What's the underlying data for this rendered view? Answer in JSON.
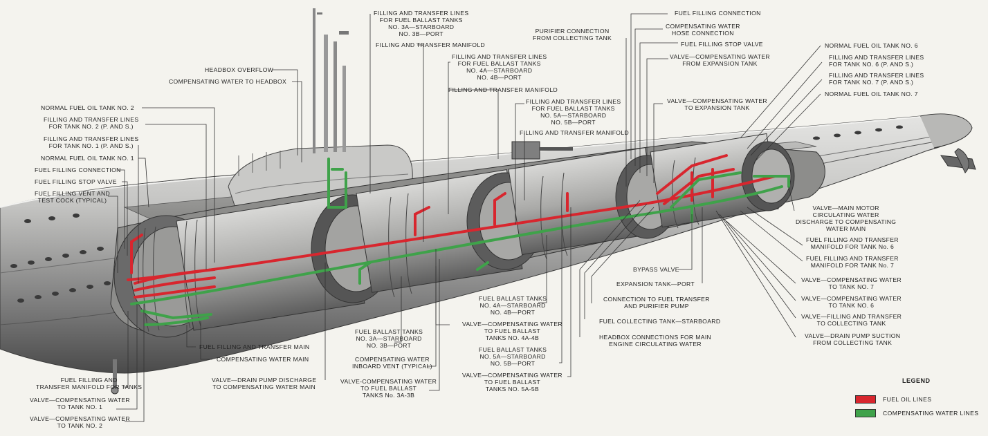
{
  "labels": [
    {
      "id": "fuel-filling-connection",
      "text": "FUEL FILLING CONNECTION"
    },
    {
      "id": "compensating-water-hose-connection",
      "text": "COMPENSATING WATER\nHOSE CONNECTION"
    },
    {
      "id": "fuel-filling-stop-valve-aft",
      "text": "FUEL FILLING STOP VALVE"
    },
    {
      "id": "valve-comp-water-from-expansion",
      "text": "VALVE—COMPENSATING WATER\nFROM EXPANSION TANK"
    },
    {
      "id": "valve-comp-water-to-expansion",
      "text": "VALVE—COMPENSATING WATER\nTO EXPANSION TANK"
    },
    {
      "id": "purifier-connection",
      "text": "PURIFIER CONNECTION\nFROM COLLECTING TANK"
    },
    {
      "id": "normal-fuel-oil-tank-6",
      "text": "NORMAL FUEL OIL TANK NO. 6"
    },
    {
      "id": "filling-transfer-lines-tank-6",
      "text": "FILLING AND TRANSFER LINES\nFOR TANK NO. 6 (P. AND S.)"
    },
    {
      "id": "filling-transfer-lines-tank-7",
      "text": "FILLING AND TRANSFER LINES\nFOR TANK NO. 7 (P. AND S.)"
    },
    {
      "id": "normal-fuel-oil-tank-7",
      "text": "NORMAL FUEL OIL TANK NO. 7"
    },
    {
      "id": "filling-transfer-lines-3a-3b",
      "text": "FILLING AND TRANSFER LINES\nFOR FUEL BALLAST TANKS\nNO. 3A—STARBOARD\nNO. 3B—PORT"
    },
    {
      "id": "filling-transfer-manifold-1",
      "text": "FILLING AND TRANSFER MANIFOLD"
    },
    {
      "id": "filling-transfer-lines-4a-4b",
      "text": "FILLING AND TRANSFER LINES\nFOR FUEL BALLAST TANKS\nNO. 4A—STARBOARD\nNO. 4B—PORT"
    },
    {
      "id": "filling-transfer-manifold-2",
      "text": "FILLING AND TRANSFER MANIFOLD"
    },
    {
      "id": "filling-transfer-lines-5a-5b",
      "text": "FILLING AND TRANSFER LINES\nFOR FUEL BALLAST TANKS\nNO. 5A—STARBOARD\nNO. 5B—PORT"
    },
    {
      "id": "filling-transfer-manifold-3",
      "text": "FILLING AND TRANSFER MANIFOLD"
    },
    {
      "id": "headbox-overflow",
      "text": "HEADBOX OVERFLOW"
    },
    {
      "id": "compensating-water-to-headbox",
      "text": "COMPENSATING WATER TO HEADBOX"
    },
    {
      "id": "normal-fuel-oil-tank-2",
      "text": "NORMAL FUEL OIL TANK NO. 2"
    },
    {
      "id": "filling-transfer-lines-tank-2",
      "text": "FILLING AND TRANSFER LINES\nFOR TANK NO. 2 (P. AND S.)"
    },
    {
      "id": "filling-transfer-lines-tank-1",
      "text": "FILLING AND TRANSFER LINES\nFOR TANK NO. 1 (P. AND S.)"
    },
    {
      "id": "normal-fuel-oil-tank-1",
      "text": "NORMAL FUEL OIL TANK NO. 1"
    },
    {
      "id": "fuel-filling-connection-fwd",
      "text": "FUEL FILLING CONNECTION"
    },
    {
      "id": "fuel-filling-stop-valve-fwd",
      "text": "FUEL FILLING STOP VALVE"
    },
    {
      "id": "fuel-filling-vent",
      "text": "FUEL FILLING VENT AND\nTEST COCK (TYPICAL)"
    },
    {
      "id": "valve-main-motor",
      "text": "VALVE—MAIN MOTOR\nCIRCULATING WATER\nDISCHARGE TO COMPENSATING\nWATER MAIN"
    },
    {
      "id": "manifold-tank-6",
      "text": "FUEL FILLING AND TRANSFER\nMANIFOLD FOR TANK No. 6"
    },
    {
      "id": "manifold-tank-7",
      "text": "FUEL FILLING AND TRANSFER\nMANIFOLD FOR TANK No. 7"
    },
    {
      "id": "bypass-valve",
      "text": "BYPASS VALVE"
    },
    {
      "id": "expansion-tank-port",
      "text": "EXPANSION TANK—PORT"
    },
    {
      "id": "connection-fuel-transfer",
      "text": "CONNECTION TO FUEL TRANSFER\nAND PURIFIER PUMP"
    },
    {
      "id": "fuel-collecting-tank",
      "text": "FUEL COLLECTING TANK—STARBOARD"
    },
    {
      "id": "headbox-connections",
      "text": "HEADBOX CONNECTIONS FOR MAIN\nENGINE CIRCULATING WATER"
    },
    {
      "id": "valve-comp-water-tank-7",
      "text": "VALVE—COMPENSATING WATER\nTO TANK NO. 7"
    },
    {
      "id": "valve-comp-water-tank-6",
      "text": "VALVE—COMPENSATING WATER\nTO TANK NO. 6"
    },
    {
      "id": "valve-filling-transfer-collecting",
      "text": "VALVE—FILLING AND TRANSFER\nTO COLLECTING TANK"
    },
    {
      "id": "valve-drain-pump-suction",
      "text": "VALVE—DRAIN PUMP SUCTION\nFROM COLLECTING TANK"
    },
    {
      "id": "fuel-ballast-tanks-4a-4b",
      "text": "FUEL BALLAST TANKS\nNO. 4A—STARBOARD\nNO. 4B—PORT"
    },
    {
      "id": "valve-comp-water-4a-4b",
      "text": "VALVE—COMPENSATING WATER\nTO FUEL BALLAST\nTANKS NO. 4A-4B"
    },
    {
      "id": "fuel-ballast-tanks-5a-5b",
      "text": "FUEL BALLAST TANKS\nNO. 5A—STARBOARD\nNO. 5B—PORT"
    },
    {
      "id": "valve-comp-water-5a-5b",
      "text": "VALVE—COMPENSATING WATER\nTO FUEL BALLAST\nTANKS NO. 5A-5B"
    },
    {
      "id": "fuel-ballast-tanks-3a-3b",
      "text": "FUEL BALLAST TANKS\nNO. 3A—STARBOARD\nNO. 3B—PORT"
    },
    {
      "id": "comp-water-inboard-vent",
      "text": "COMPENSATING WATER\nINBOARD VENT (TYPICAL)"
    },
    {
      "id": "valve-comp-water-3a-3b",
      "text": "VALVE-COMPENSATING WATER\nTO FUEL BALLAST\nTANKS No. 3A-3B"
    },
    {
      "id": "fuel-filling-transfer-main",
      "text": "FUEL FILLING AND TRANSFER MAIN"
    },
    {
      "id": "compensating-water-main",
      "text": "COMPENSATING WATER MAIN"
    },
    {
      "id": "valve-drain-pump-discharge",
      "text": "VALVE—DRAIN PUMP DISCHARGE\nTO COMPENSATING WATER MAIN"
    },
    {
      "id": "manifold-for-tanks",
      "text": "FUEL FILLING AND\nTRANSFER MANIFOLD FOR TANKS"
    },
    {
      "id": "valve-comp-water-tank-1",
      "text": "VALVE—COMPENSATING WATER\nTO TANK NO. 1"
    },
    {
      "id": "valve-comp-water-tank-2",
      "text": "VALVE—COMPENSATING WATER\nTO TANK NO. 2"
    }
  ],
  "legend": {
    "title": "LEGEND",
    "items": [
      {
        "label": "FUEL OIL LINES",
        "color": "#d8262e"
      },
      {
        "label": "COMPENSATING WATER LINES",
        "color": "#3fa24a"
      }
    ]
  },
  "colors": {
    "fuel": "#d8262e",
    "water": "#3fa24a",
    "hull_light": "#cfcfcf",
    "hull_dark": "#5b5b5b",
    "background": "#f4f3ee"
  }
}
